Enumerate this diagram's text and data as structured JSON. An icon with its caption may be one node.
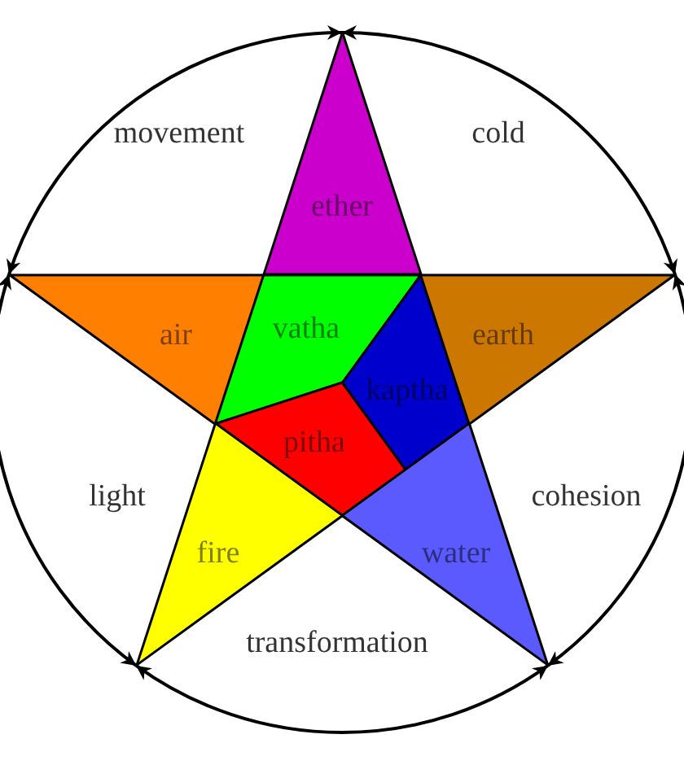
{
  "diagram": {
    "nodes": [
      {
        "text": [
          "ether"
        ]
      },
      {
        "text": [
          "air"
        ]
      },
      {
        "text": [
          "vatha"
        ]
      },
      {
        "text": [
          "earth"
        ]
      },
      {
        "text": [
          "kaptha"
        ]
      },
      {
        "text": [
          "pitha"
        ]
      },
      {
        "text": [
          "fire"
        ]
      },
      {
        "text": [
          "water"
        ]
      }
    ],
    "edges": [
      {
        "from": 1,
        "to": 0,
        "arrow": "both",
        "label": "movement"
      },
      {
        "from": 0,
        "to": 3,
        "arrow": "both",
        "label": "cold"
      },
      {
        "from": 6,
        "to": 1,
        "arrow": "both",
        "label": "light"
      },
      {
        "from": 3,
        "to": 7,
        "arrow": "both",
        "label": "cohesion"
      },
      {
        "from": 6,
        "to": 7,
        "arrow": "both",
        "label": "transformation"
      }
    ]
  }
}
